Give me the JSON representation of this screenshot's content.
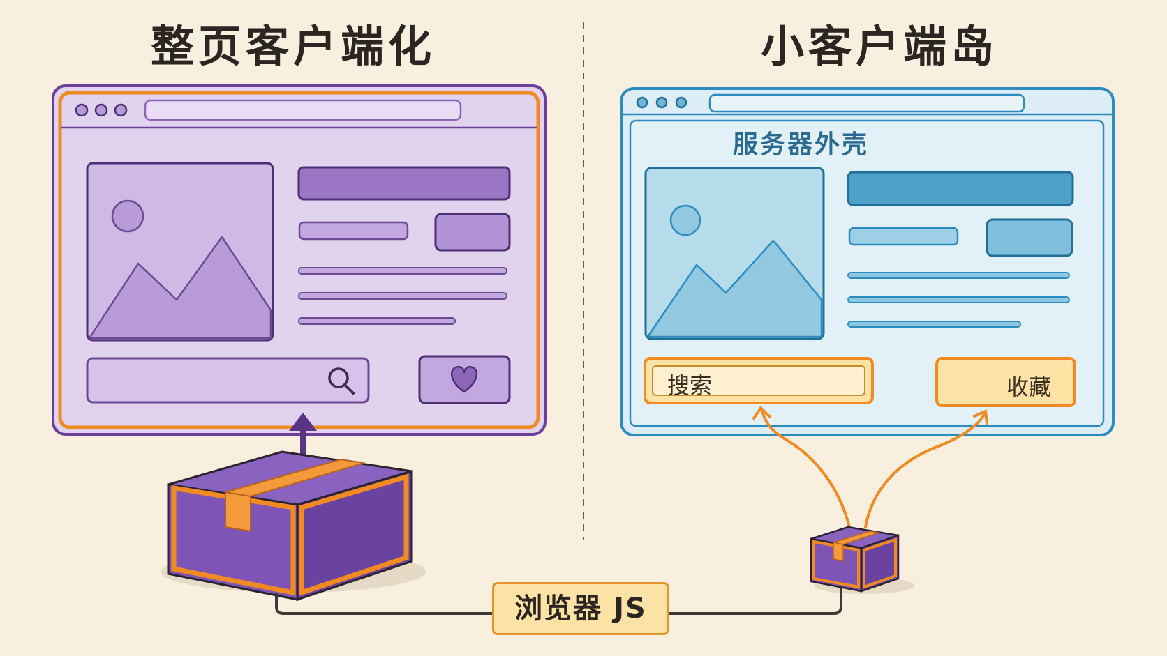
{
  "titles": {
    "full_page": "整页客户端化",
    "small_islands": "小客户端岛"
  },
  "server_shell": {
    "label": "服务器外壳"
  },
  "islands": {
    "search": "搜索",
    "favorite": "收藏"
  },
  "js_label": "浏览器 JS",
  "icons": [
    "search-icon",
    "heart-icon",
    "image-placeholder-icon",
    "package-box-icon",
    "arrow-up-icon"
  ],
  "colors": {
    "background": "#f8efde",
    "purple": "#8e66b8",
    "purple_light": "#e1d2ee",
    "blue": "#2b8cc0",
    "blue_light": "#dcedf6",
    "orange": "#f08a21",
    "yellow": "#fde2a5"
  }
}
